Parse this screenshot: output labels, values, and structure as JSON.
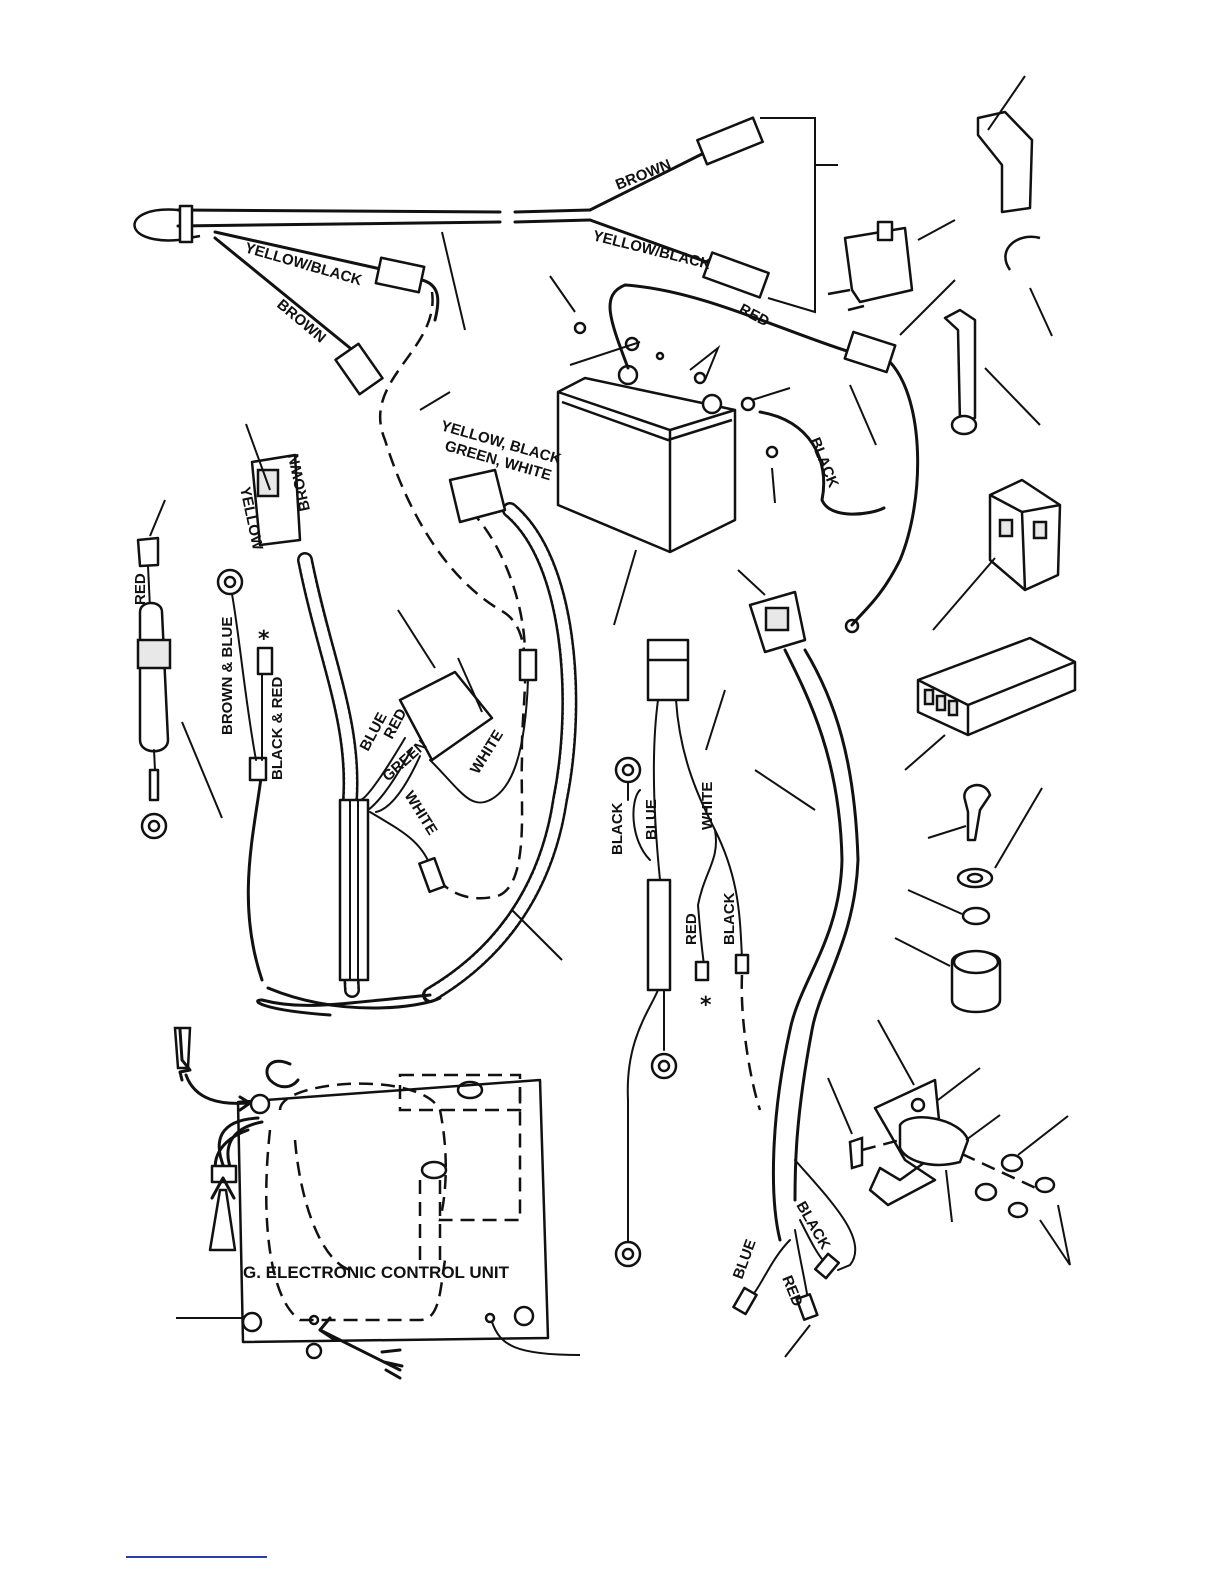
{
  "figure": {
    "title": "G.  ELECTRONIC CONTROL UNIT",
    "star_symbol": "*"
  },
  "wire_labels": {
    "brown_top": "BROWN",
    "yellow_black_top": "YELLOW/BLACK",
    "red_top": "RED",
    "yellow_black_left": "YELLOW/BLACK",
    "brown_left": "BROWN",
    "yellow_black_green_white_1": "YELLOW, BLACK",
    "yellow_black_green_white_2": "GREEN, WHITE",
    "black_battery": "BLACK",
    "yellow_connector": "YELLOW",
    "brown_connector": "BROWN",
    "red_fuse": "RED",
    "brown_and_blue": "BROWN & BLUE",
    "black_and_red": "BLACK & RED",
    "blue_module": "BLUE",
    "red_module": "RED",
    "green_module": "GREEN",
    "white_module": "WHITE",
    "white_lower": "WHITE",
    "black_center": "BLACK",
    "blue_center": "BLUE",
    "white_center": "WHITE",
    "red_center": "RED",
    "black_center2": "BLACK",
    "blue_bottom": "BLUE",
    "red_bottom": "RED",
    "black_bottom": "BLACK"
  },
  "colors": {
    "ink": "#111111",
    "paper": "#ffffff",
    "footer_rule": "#2b3fa8"
  }
}
